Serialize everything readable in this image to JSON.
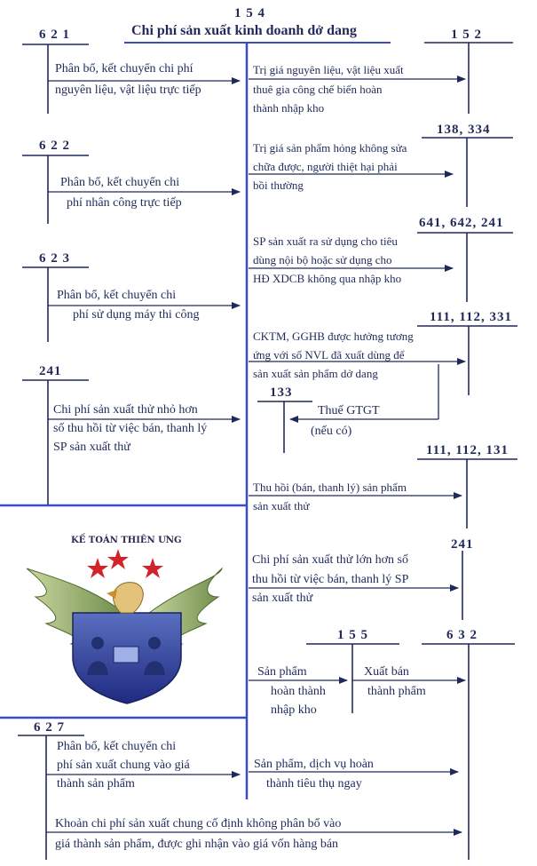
{
  "center": {
    "code": "1 5 4",
    "title": "Chi phí sản xuất kinh doanh dở dang"
  },
  "left": [
    {
      "code": "6 2 1",
      "lines": [
        "Phân bổ, kết chuyển chi phí",
        "nguyên liệu, vật liệu trực tiếp"
      ]
    },
    {
      "code": "6 2 2",
      "lines": [
        "Phân bổ, kết chuyển chi",
        "phí nhân công trực tiếp"
      ]
    },
    {
      "code": "6 2 3",
      "lines": [
        "Phân bổ, kết chuyển chi",
        "phí sử dụng máy thi công"
      ]
    },
    {
      "code": "241",
      "lines": [
        "Chi phí sản xuất thử nhỏ hơn",
        "số thu hồi từ việc bán, thanh lý",
        "SP sản xuất thử"
      ]
    },
    {
      "code": "6 2 7",
      "lines": [
        "Phân bổ, kết chuyển chi",
        "phí sản xuất chung vào giá",
        "thành sản phẩm"
      ]
    }
  ],
  "right": [
    {
      "code": "1 5 2",
      "lines": [
        "Trị giá nguyên liệu, vật liệu xuất",
        "thuê gia công chế biến hoàn",
        "thành nhập kho"
      ]
    },
    {
      "code": "138, 334",
      "lines": [
        "Trị giá sản phẩm hỏng không sửa",
        "chữa được, người thiệt hại phải",
        "bồi thường"
      ]
    },
    {
      "code": "641, 642, 241",
      "lines": [
        "SP sản xuất ra sử dụng cho tiêu",
        "dùng nội bộ hoặc sử dụng cho",
        "HĐ XDCB không qua nhập kho"
      ]
    },
    {
      "code": "111, 112, 331",
      "lines": [
        "CKTM, GGHB được hưởng tương",
        "ứng với số NVL đã xuất dùng để",
        "sản xuất sản phẩm dở dang"
      ]
    },
    {
      "code": "111, 112, 131",
      "lines": [
        "Thu hồi (bán, thanh lý) sản phẩm",
        "sản xuất thử"
      ]
    },
    {
      "code": "241",
      "lines": [
        "Chi phí sản xuất thử lớn hơn số",
        "thu hồi từ việc bán, thanh lý SP",
        "sản xuất thử"
      ]
    }
  ],
  "vat": {
    "code": "133",
    "lines": [
      "Thuế GTGT",
      "(nếu có)"
    ]
  },
  "acc155": {
    "code": "1 5 5",
    "lines": [
      "Sản phẩm",
      "hoàn thành",
      "nhập kho"
    ],
    "sale_lines": [
      "Xuất bán",
      "thành phẩm"
    ]
  },
  "acc632": {
    "code": "6 3 2",
    "lines": [
      "Sản phẩm, dịch vụ hoàn",
      "thành  tiêu thụ ngay"
    ]
  },
  "bottom": {
    "lines": [
      "Khoản chi phí sản xuất chung cố định không phân bổ vào",
      "giá thành sản phẩm, được ghi nhận vào giá vốn hàng bán"
    ]
  },
  "logo": {
    "text": "KẾ TOÁN THIÊN ƯNG"
  }
}
